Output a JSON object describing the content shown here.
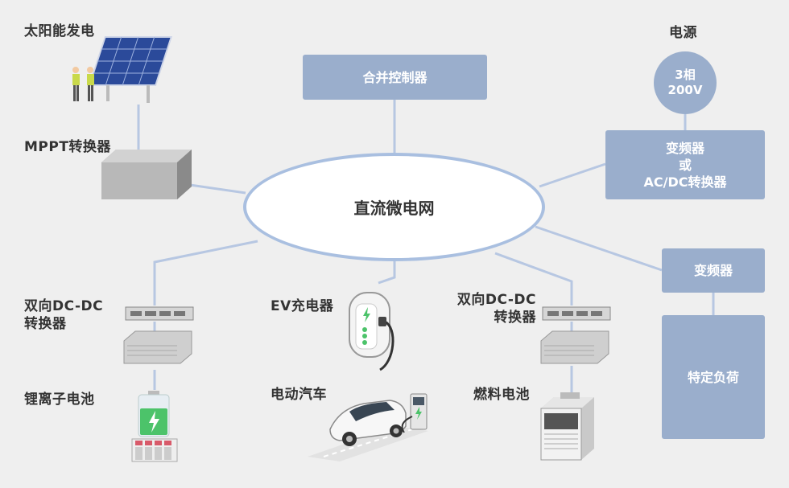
{
  "center": "直流微电网",
  "solar": "太阳能发电",
  "mppt": "MPPT转换器",
  "controller": "合并控制器",
  "power": {
    "title": "电源",
    "line1": "3相",
    "line2": "200V"
  },
  "converter_box": {
    "line1": "变频器",
    "line2": "或",
    "line3": "AC/DC转换器"
  },
  "inverter": "变频器",
  "special_load": "特定负荷",
  "left_dcdc": {
    "line1": "双向DC-DC",
    "line2": "转换器"
  },
  "lithium": "锂离子电池",
  "ev_charger": "EV充电器",
  "ev": "电动汽车",
  "right_dcdc": {
    "line1": "双向DC-DC",
    "line2": "转换器"
  },
  "fuel_cell": "燃料电池",
  "colors": {
    "background": "#efefef",
    "box": "#9aaecc",
    "line": "#b7c7e2",
    "battery_green": "#4cc36a"
  }
}
